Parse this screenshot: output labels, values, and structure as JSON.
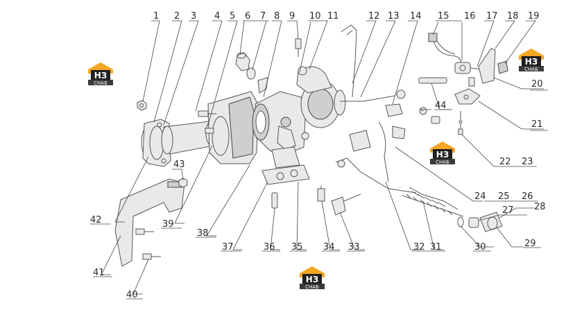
{
  "colors": {
    "logo_orange": "#f5a623",
    "logo_dark": "#1f1f1f",
    "logo_bar": "#3a3a3a",
    "wire_red": "#d23b2a",
    "label_text": "#2a2a2a"
  },
  "logo": {
    "mark": "НЗ",
    "caption": "CHAБ"
  },
  "labels": {
    "l1": "1",
    "l2": "2",
    "l3": "3",
    "l4": "4",
    "l5": "5",
    "l6": "6",
    "l7": "7",
    "l8": "8",
    "l9": "9",
    "l10": "10",
    "l11": "11",
    "l12": "12",
    "l13": "13",
    "l14": "14",
    "l15": "15",
    "l16": "16",
    "l17": "17",
    "l18": "18",
    "l19": "19",
    "l20": "20",
    "l21": "21",
    "l22": "22",
    "l23": "23",
    "l24": "24",
    "l25": "25",
    "l26": "26",
    "l27": "27",
    "l28": "28",
    "l29": "29",
    "l30": "30",
    "l31": "31",
    "l32": "32",
    "l33": "33",
    "l34": "34",
    "l35": "35",
    "l36": "36",
    "l37": "37",
    "l38": "38",
    "l39": "39",
    "l40": "40",
    "l41": "41",
    "l42": "42",
    "l43": "43",
    "l44": "44"
  }
}
